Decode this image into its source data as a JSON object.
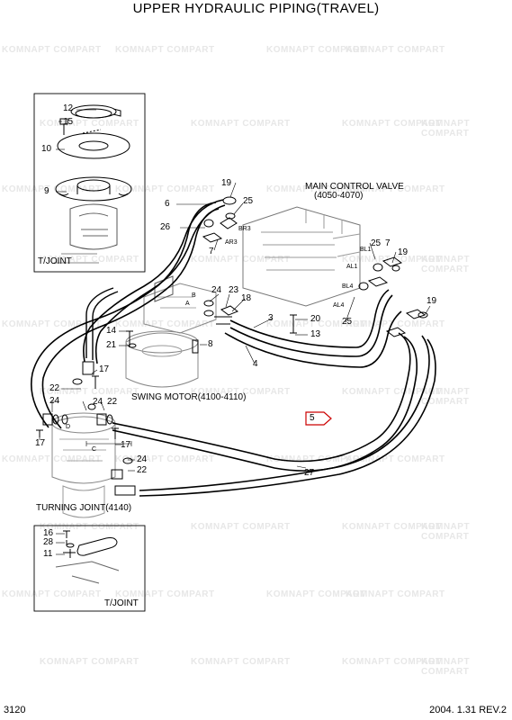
{
  "title": "UPPER HYDRAULIC PIPING(TRAVEL)",
  "footer": {
    "page_code": "3120",
    "revision": "2004. 1.31 REV.2"
  },
  "watermark": {
    "text_a": "KOMNAPT",
    "text_b": "COMPART"
  },
  "annotations": {
    "main_control_valve": "MAIN CONTROL VALVE",
    "main_control_valve_range": "(4050-4070)",
    "swing_motor": "SWING MOTOR(4100-4110)",
    "turning_joint": "TURNING JOINT(4140)",
    "tjoint_top": "T/JOINT",
    "tjoint_bottom": "T/JOINT"
  },
  "port_labels": {
    "A": "A",
    "B": "B",
    "C": "C",
    "D": "D",
    "BL1": "BL1",
    "AL1": "AL1",
    "BL4": "BL4",
    "AL4": "AL4",
    "BR3": "BR3",
    "AR3": "AR3"
  },
  "part_numbers": {
    "p12": "12",
    "p15": "15",
    "p10": "10",
    "p9": "9",
    "p19a": "19",
    "p6": "6",
    "p25a": "25",
    "p26": "26",
    "p7a": "7",
    "p25b": "25",
    "p7b": "7",
    "p19b": "19",
    "p24a": "24",
    "p23": "23",
    "p18": "18",
    "p3": "3",
    "p20": "20",
    "p13": "13",
    "p25c": "25",
    "p19c": "19",
    "p14": "14",
    "p21": "21",
    "p8": "8",
    "p4": "4",
    "p17a": "17",
    "p22a": "22",
    "p24b": "24",
    "p24c": "24",
    "p22b": "22",
    "p17b": "17",
    "p17c": "17",
    "p5": "5",
    "p27": "27",
    "p24d": "24",
    "p22c": "22",
    "p16": "16",
    "p28": "28",
    "p11": "11"
  }
}
